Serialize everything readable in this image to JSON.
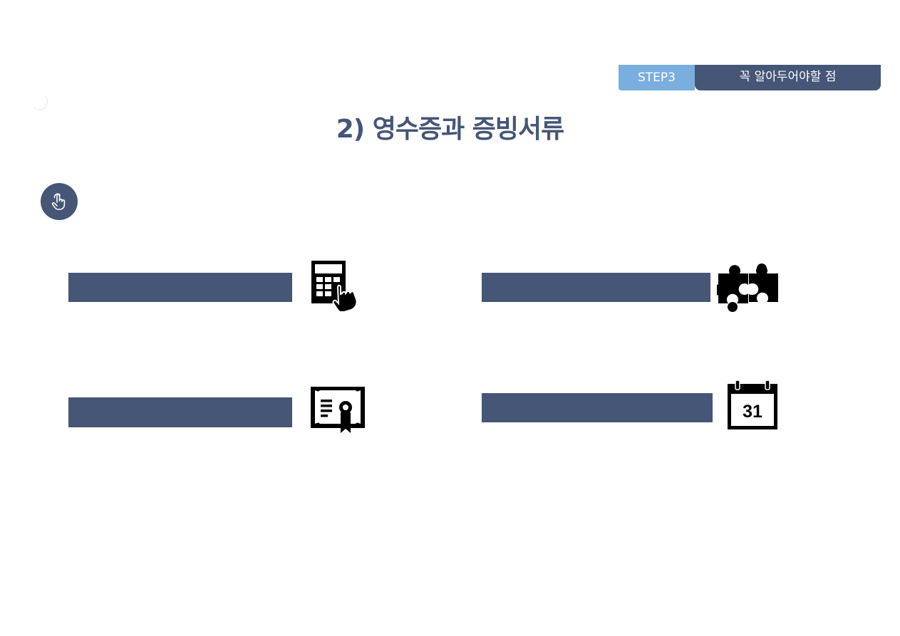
{
  "header": {
    "step_label": "STEP3",
    "section_title": "꼭 알아두어야할 점"
  },
  "page": {
    "title": "2) 영수증과 증빙서류"
  },
  "colors": {
    "primary": "#455677",
    "accent": "#7aaede",
    "background": "#ffffff",
    "icon": "#000000"
  },
  "cards": [
    {
      "label": "",
      "icon": "calculator-touch-icon"
    },
    {
      "label": "",
      "icon": "puzzle-icon"
    },
    {
      "label": "",
      "icon": "certificate-icon"
    },
    {
      "label": "",
      "icon": "calendar-icon"
    }
  ],
  "calendar": {
    "day": "31"
  },
  "pointer_button": {
    "icon": "hand-pointer-icon"
  }
}
